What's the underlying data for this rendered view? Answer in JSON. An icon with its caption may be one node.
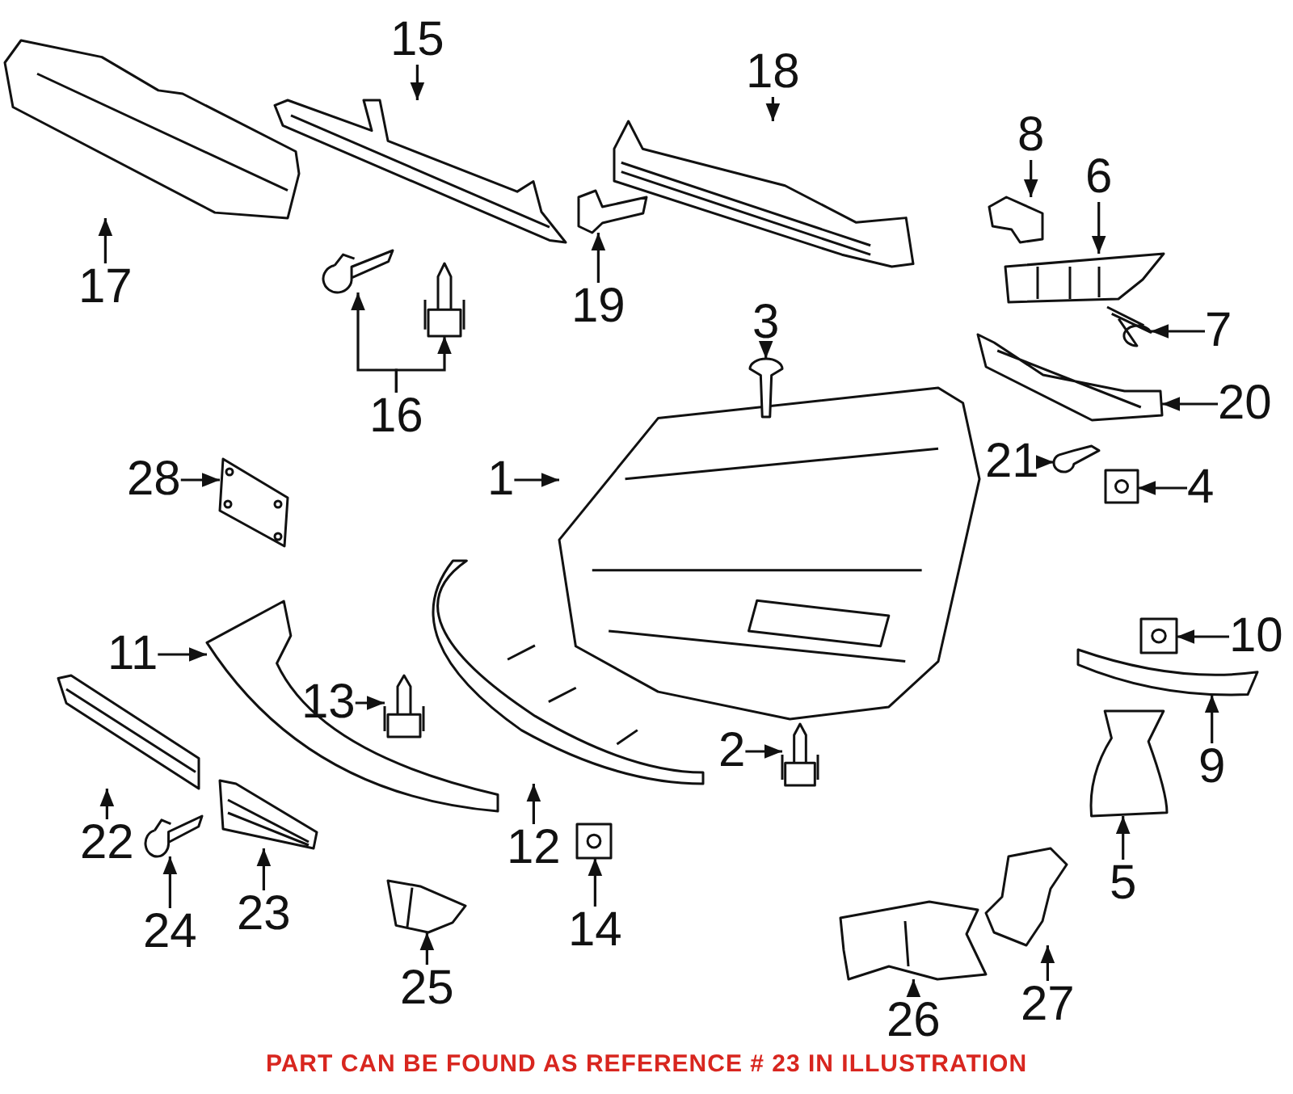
{
  "diagram": {
    "caption": "PART CAN BE FOUND AS REFERENCE # 23 IN ILLUSTRATION",
    "nodes": [
      {
        "text": [
          "17"
        ]
      },
      {
        "text": [],
        "shape": "picture"
      },
      {
        "text": [
          "15"
        ]
      },
      {
        "text": [],
        "shape": "picture"
      },
      {
        "text": [
          "18"
        ]
      },
      {
        "text": [],
        "shape": "picture"
      },
      {
        "text": [
          "8"
        ]
      },
      {
        "text": [],
        "shape": "picture"
      },
      {
        "text": [
          "6"
        ]
      },
      {
        "text": [],
        "shape": "picture"
      },
      {
        "text": [
          "19"
        ]
      },
      {
        "text": [],
        "shape": "picture"
      },
      {
        "text": [
          "16"
        ]
      },
      {
        "text": [],
        "shape": "picture"
      },
      {
        "text": [],
        "shape": "picture"
      },
      {
        "text": [
          "7"
        ]
      },
      {
        "text": [],
        "shape": "picture"
      },
      {
        "text": [
          "20"
        ]
      },
      {
        "text": [],
        "shape": "picture"
      },
      {
        "text": [
          "3"
        ]
      },
      {
        "text": [],
        "shape": "picture"
      },
      {
        "text": [
          "28"
        ]
      },
      {
        "text": [],
        "shape": "picture"
      },
      {
        "text": [
          "1"
        ]
      },
      {
        "text": [],
        "shape": "picture"
      },
      {
        "text": [
          "21"
        ]
      },
      {
        "text": [],
        "shape": "picture"
      },
      {
        "text": [
          "4"
        ]
      },
      {
        "text": [],
        "shape": "picture"
      },
      {
        "text": [
          "10"
        ]
      },
      {
        "text": [],
        "shape": "picture"
      },
      {
        "text": [
          "11"
        ]
      },
      {
        "text": [],
        "shape": "picture"
      },
      {
        "text": [
          "13"
        ]
      },
      {
        "text": [],
        "shape": "picture"
      },
      {
        "text": [
          "9"
        ]
      },
      {
        "text": [],
        "shape": "picture"
      },
      {
        "text": [
          "2"
        ]
      },
      {
        "text": [],
        "shape": "picture"
      },
      {
        "text": [
          "12"
        ]
      },
      {
        "text": [],
        "shape": "picture"
      },
      {
        "text": [
          "22"
        ]
      },
      {
        "text": [],
        "shape": "picture"
      },
      {
        "text": [
          "5"
        ]
      },
      {
        "text": [],
        "shape": "picture"
      },
      {
        "text": [
          "24"
        ]
      },
      {
        "text": [],
        "shape": "picture"
      },
      {
        "text": [
          "23"
        ]
      },
      {
        "text": [],
        "shape": "picture"
      },
      {
        "text": [
          "14"
        ]
      },
      {
        "text": [],
        "shape": "picture"
      },
      {
        "text": [
          "27"
        ]
      },
      {
        "text": [],
        "shape": "picture"
      },
      {
        "text": [
          "25"
        ]
      },
      {
        "text": [],
        "shape": "picture"
      },
      {
        "text": [
          "26"
        ]
      },
      {
        "text": [],
        "shape": "picture"
      }
    ],
    "edges": [
      {
        "from": 0,
        "to": 1,
        "arrow": "to"
      },
      {
        "from": 2,
        "to": 3,
        "arrow": "to"
      },
      {
        "from": 4,
        "to": 5,
        "arrow": "to"
      },
      {
        "from": 6,
        "to": 7,
        "arrow": "to"
      },
      {
        "from": 8,
        "to": 9,
        "arrow": "to"
      },
      {
        "from": 10,
        "to": 11,
        "arrow": "to"
      },
      {
        "from": 12,
        "to": 13,
        "arrow": "to"
      },
      {
        "from": 12,
        "to": 14,
        "arrow": "to"
      },
      {
        "from": 15,
        "to": 16,
        "arrow": "to"
      },
      {
        "from": 17,
        "to": 18,
        "arrow": "to"
      },
      {
        "from": 19,
        "to": 20,
        "arrow": "to"
      },
      {
        "from": 21,
        "to": 22,
        "arrow": "to"
      },
      {
        "from": 23,
        "to": 24,
        "arrow": "to"
      },
      {
        "from": 25,
        "to": 26,
        "arrow": "to"
      },
      {
        "from": 27,
        "to": 28,
        "arrow": "to"
      },
      {
        "from": 29,
        "to": 30,
        "arrow": "to"
      },
      {
        "from": 31,
        "to": 32,
        "arrow": "to"
      },
      {
        "from": 33,
        "to": 34,
        "arrow": "to"
      },
      {
        "from": 35,
        "to": 36,
        "arrow": "to"
      },
      {
        "from": 37,
        "to": 38,
        "arrow": "to"
      },
      {
        "from": 39,
        "to": 40,
        "arrow": "to"
      },
      {
        "from": 41,
        "to": 42,
        "arrow": "to"
      },
      {
        "from": 43,
        "to": 44,
        "arrow": "to"
      },
      {
        "from": 45,
        "to": 46,
        "arrow": "to"
      },
      {
        "from": 47,
        "to": 48,
        "arrow": "to"
      },
      {
        "from": 49,
        "to": 50,
        "arrow": "to"
      },
      {
        "from": 51,
        "to": 52,
        "arrow": "to"
      },
      {
        "from": 53,
        "to": 54,
        "arrow": "to"
      },
      {
        "from": 55,
        "to": 56,
        "arrow": "to"
      }
    ]
  }
}
